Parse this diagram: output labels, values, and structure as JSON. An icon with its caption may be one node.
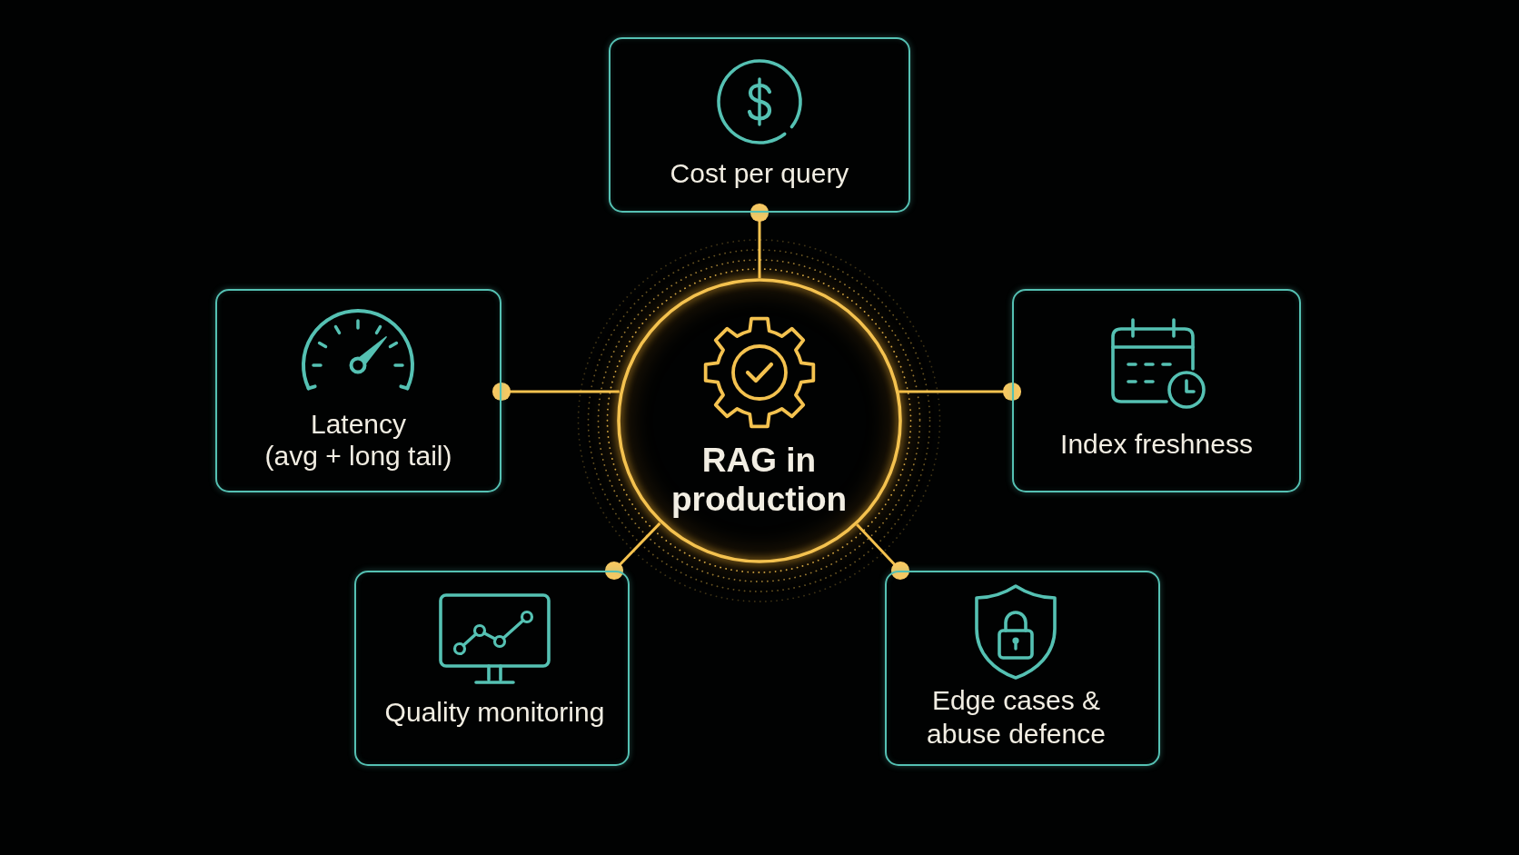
{
  "diagram": {
    "nodes": [
      {
        "text": [
          "Cost per query"
        ]
      },
      {
        "text": [
          "Latency",
          "(avg + long tail)"
        ]
      },
      {
        "text": [
          "RAG in production"
        ]
      },
      {
        "text": [
          "Index freshness"
        ]
      },
      {
        "text": [
          "Quality monitoring"
        ]
      },
      {
        "text": [
          "Edge cases & abuse defence"
        ]
      }
    ],
    "edges": [
      {
        "from": 2,
        "to": 0,
        "arrow": "other"
      },
      {
        "from": 2,
        "to": 1,
        "arrow": "other"
      },
      {
        "from": 2,
        "to": 3,
        "arrow": "other"
      },
      {
        "from": 2,
        "to": 4,
        "arrow": "other"
      },
      {
        "from": 2,
        "to": 5,
        "arrow": "other"
      }
    ]
  }
}
